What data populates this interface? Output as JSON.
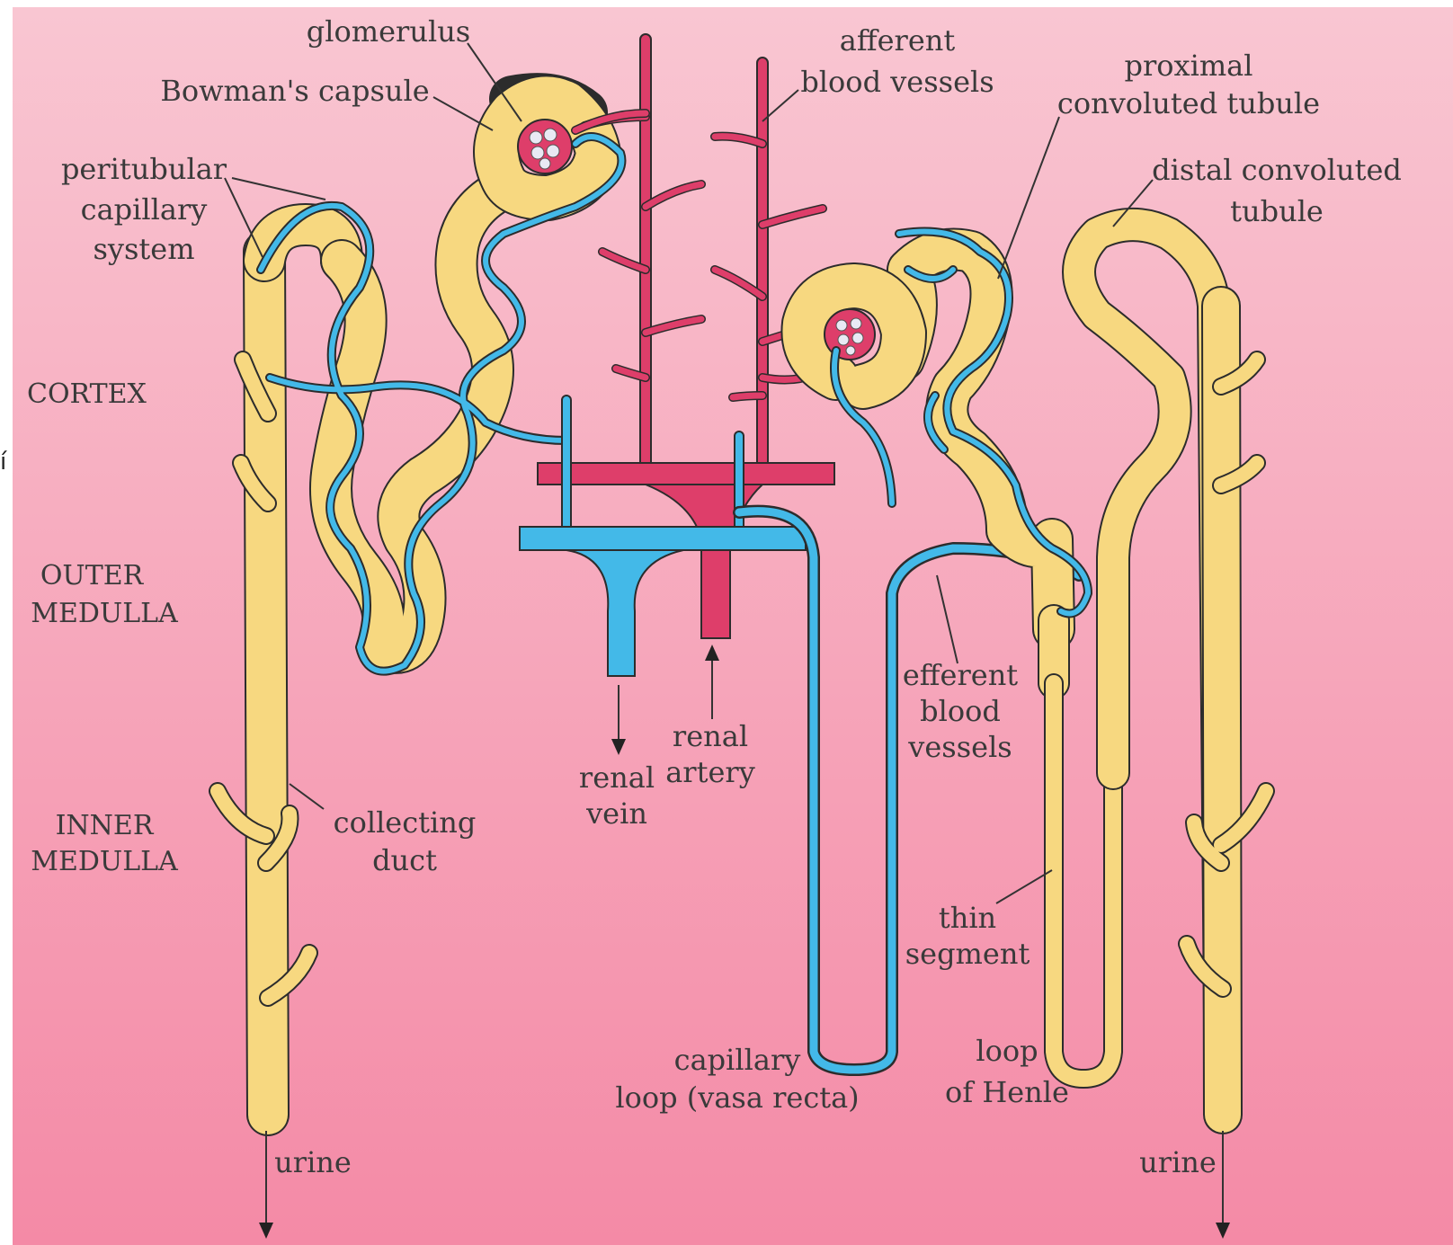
{
  "labels": {
    "glomerulus": "glomerulus",
    "bowmans_capsule": "Bowman's capsule",
    "peritubular": [
      "peritubular",
      "capillary",
      "system"
    ],
    "afferent": [
      "afferent",
      "blood vessels"
    ],
    "proximal": [
      "proximal",
      "convoluted tubule"
    ],
    "distal": [
      "distal convoluted",
      "tubule"
    ],
    "efferent": [
      "efferent",
      "blood",
      "vessels"
    ],
    "renal_artery": [
      "renal",
      "artery"
    ],
    "renal_vein": [
      "renal",
      "vein"
    ],
    "collecting_duct": [
      "collecting",
      "duct"
    ],
    "thin_segment": [
      "thin",
      "segment"
    ],
    "capillary_loop": [
      "capillary",
      "loop (vasa recta)"
    ],
    "loop_of_henle": [
      "loop",
      "of Henle"
    ],
    "urine_left": "urine",
    "urine_right": "urine"
  },
  "zones": {
    "cortex": "CORTEX",
    "outer_medulla": [
      "OUTER",
      "MEDULLA"
    ],
    "inner_medulla": [
      "INNER",
      "MEDULLA"
    ]
  },
  "edge_glyph": "í",
  "colors": {
    "background_top": "#f9c6d2",
    "background_bottom": "#f48aa6",
    "tubule": "#f7d880",
    "artery": "#de3e6a",
    "vein": "#43b9e8"
  }
}
